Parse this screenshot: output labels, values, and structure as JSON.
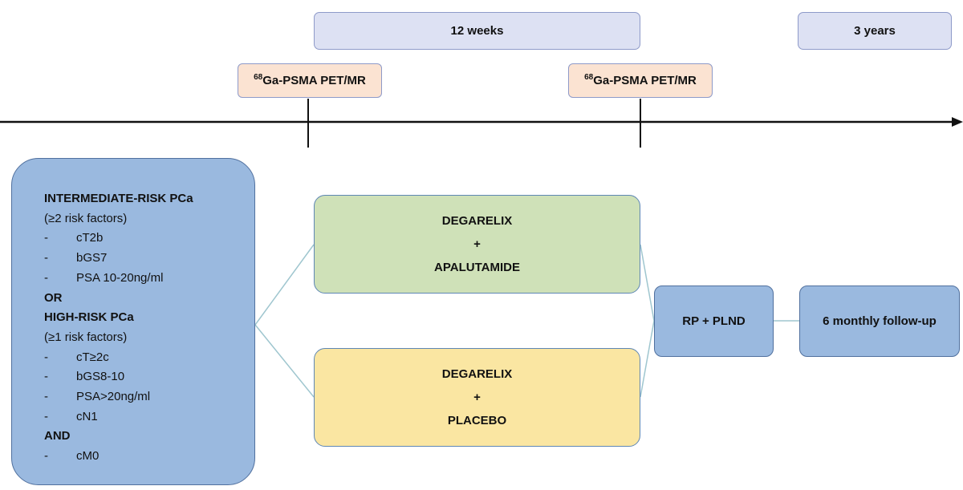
{
  "timeline": {
    "period_12w": "12 weeks",
    "period_3y": "3 years",
    "imaging_1": {
      "sup": "68",
      "label": "Ga-PSMA PET/MR"
    },
    "imaging_2": {
      "sup": "68",
      "label": "Ga-PSMA PET/MR"
    }
  },
  "criteria": {
    "lines": [
      {
        "dash": "",
        "text": "INTERMEDIATE-RISK PCa",
        "bold": true
      },
      {
        "dash": "",
        "text": "(≥2 risk factors)",
        "bold": false
      },
      {
        "dash": "-",
        "text": "cT2b",
        "bold": false
      },
      {
        "dash": "-",
        "text": "bGS7",
        "bold": false
      },
      {
        "dash": "-",
        "text": "PSA 10-20ng/ml",
        "bold": false
      },
      {
        "dash": "",
        "text": "OR",
        "bold": true
      },
      {
        "dash": "",
        "text": "HIGH-RISK PCa",
        "bold": true
      },
      {
        "dash": "",
        "text": "(≥1 risk factors)",
        "bold": false
      },
      {
        "dash": "-",
        "text": "cT≥2c",
        "bold": false
      },
      {
        "dash": "-",
        "text": "bGS8-10",
        "bold": false
      },
      {
        "dash": "-",
        "text": "PSA>20ng/ml",
        "bold": false
      },
      {
        "dash": "-",
        "text": "cN1",
        "bold": false
      },
      {
        "dash": "",
        "text": "AND",
        "bold": true
      },
      {
        "dash": "-",
        "text": "cM0",
        "bold": false
      }
    ]
  },
  "arms": {
    "a": {
      "line1": "DEGARELIX",
      "line2": "+",
      "line3": "APALUTAMIDE"
    },
    "b": {
      "line1": "DEGARELIX",
      "line2": "+",
      "line3": "PLACEBO"
    }
  },
  "surgery": "RP + PLND",
  "followup": "6 monthly follow-up",
  "colors": {
    "period_fill": "#dde1f3",
    "imaging_fill": "#fbe3d2",
    "arm_a_fill": "#cfe1b8",
    "arm_b_fill": "#fae6a2",
    "blue_fill": "#9ab9df",
    "connector": "#9fc6cf"
  }
}
